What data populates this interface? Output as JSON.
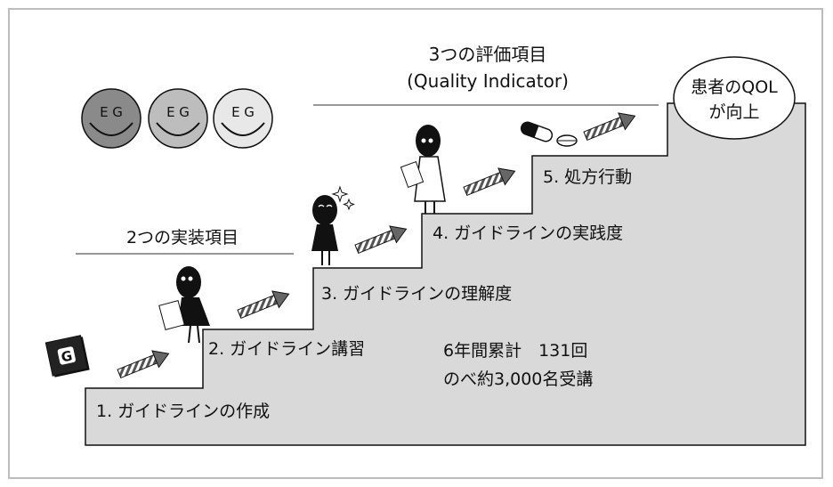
{
  "header": {
    "evaluation_title": "3つの評価項目",
    "evaluation_subtitle": "(Quality Indicator)",
    "implementation_title": "2つの実装項目"
  },
  "goal": {
    "line1": "患者のQOL",
    "line2": "が向上"
  },
  "steps": [
    {
      "label": "1. ガイドラインの作成"
    },
    {
      "label": "2. ガイドライン講習"
    },
    {
      "label": "3. ガイドラインの理解度"
    },
    {
      "label": "4. ガイドラインの実践度"
    },
    {
      "label": "5. 処方行動"
    }
  ],
  "stats": {
    "line1": "6年間累計　131回",
    "line2": "のべ約3,000名受講"
  },
  "icons": {
    "book": {
      "name": "guideline-book-icon",
      "letter": "G"
    },
    "faces": [
      {
        "name": "eg-face-icon-1",
        "letters": "E G"
      },
      {
        "name": "eg-face-icon-2",
        "letters": "E G"
      },
      {
        "name": "eg-face-icon-3",
        "letters": "E G"
      }
    ]
  },
  "colors": {
    "stairs": "#d9d9d9",
    "stroke": "#111111"
  }
}
